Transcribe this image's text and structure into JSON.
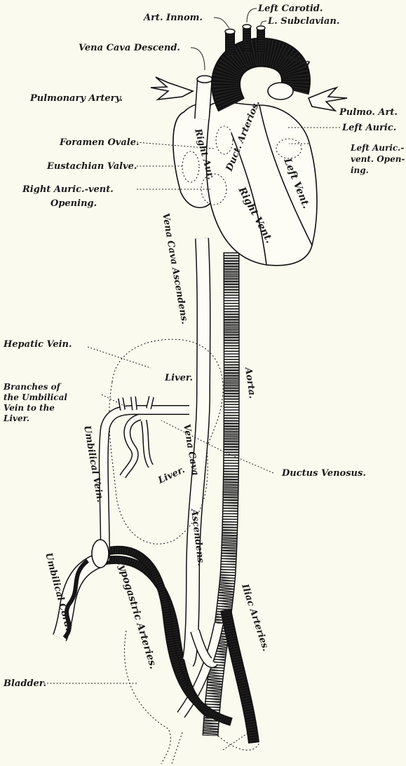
{
  "labels": {
    "art_innom": "Art. Innom.",
    "left_carotid": "Left Carotid.",
    "l_subclavian": "L. Subclavian.",
    "vena_cava_descend": "Vena Cava Descend.",
    "aorta_arch": "Aorta",
    "pulmonary_artery": "Pulmonary Artery.",
    "pulmo_art": "Pulmo. Art.",
    "left_auric": "Left Auric.",
    "foramen_ovale": "Foramen Ovale.",
    "eustachian_valve": "Eustachian Valve.",
    "left_auric_vent_1": "Left Auric.-",
    "left_auric_vent_2": "vent. Open-",
    "left_auric_vent_3": "ing.",
    "right_auric_vent_1": "Right Auric.-vent.",
    "right_auric_vent_2": "Opening.",
    "duct_arterios": "Duct. Arterios.",
    "right_aur": "Right Aur.",
    "left_vent": "Left Vent.",
    "right_vent": "Right Vent.",
    "vena_cava_ascendens_upper": "Vena Cava Ascendens.",
    "hepatic_vein": "Hepatic Vein.",
    "branches_1": "Branches of",
    "branches_2": "the Umbilical",
    "branches_3": "Vein to the",
    "branches_4": "Liver.",
    "liver_upper": "Liver.",
    "liver_lower": "Liver.",
    "aorta_descending": "Aorta.",
    "ductus_venosus": "Ductus Venosus.",
    "umbilical_vein": "Umbilical Vein.",
    "vena_cava_lower": "Vena Cava",
    "ascendens_lower": "Ascendens.",
    "umbilical_cord": "Umbilical Cord.",
    "hypogastric_arteries": "Hypogastric Arteries.",
    "iliac_arteries": "Iliac Arteries.",
    "bladder": "Bladder."
  },
  "colors": {
    "paper": "#fbfaef",
    "ink": "#111111"
  }
}
